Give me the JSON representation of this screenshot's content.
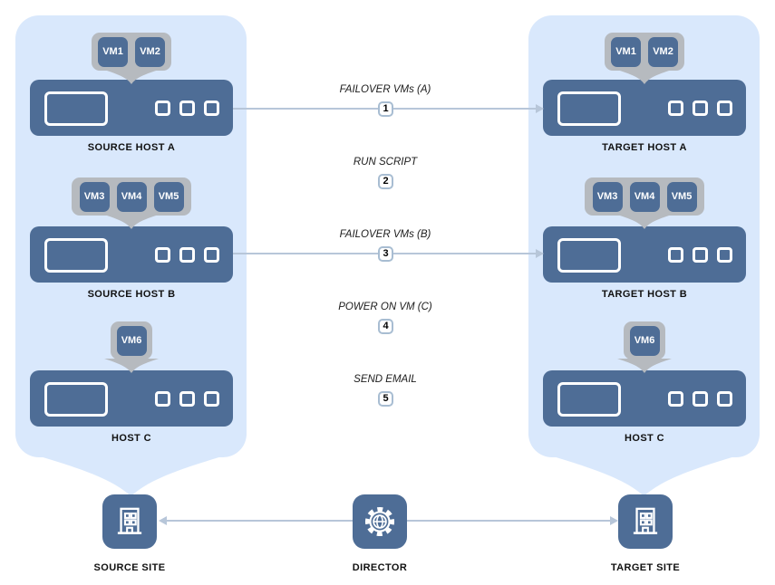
{
  "left_panel": {
    "hosts": [
      {
        "label": "SOURCE HOST A",
        "vms": [
          "VM1",
          "VM2"
        ]
      },
      {
        "label": "SOURCE HOST B",
        "vms": [
          "VM3",
          "VM4",
          "VM5"
        ]
      },
      {
        "label": "HOST C",
        "vms": [
          "VM6"
        ]
      }
    ]
  },
  "right_panel": {
    "hosts": [
      {
        "label": "TARGET HOST A",
        "vms": [
          "VM1",
          "VM2"
        ]
      },
      {
        "label": "TARGET HOST B",
        "vms": [
          "VM3",
          "VM4",
          "VM5"
        ]
      },
      {
        "label": "HOST C",
        "vms": [
          "VM6"
        ]
      }
    ]
  },
  "steps": [
    {
      "num": "1",
      "label": "FAILOVER VMs (A)",
      "has_arrow": true
    },
    {
      "num": "2",
      "label": "RUN SCRIPT",
      "has_arrow": false
    },
    {
      "num": "3",
      "label": "FAILOVER VMs (B)",
      "has_arrow": true
    },
    {
      "num": "4",
      "label": "POWER ON VM (C)",
      "has_arrow": false
    },
    {
      "num": "5",
      "label": "SEND EMAIL",
      "has_arrow": false
    }
  ],
  "sites": {
    "source": {
      "label": "SOURCE SITE",
      "icon": "building-icon"
    },
    "director": {
      "label": "DIRECTOR",
      "icon": "gear-globe-icon"
    },
    "target": {
      "label": "TARGET SITE",
      "icon": "building-icon"
    }
  },
  "connections": [
    {
      "from": "SOURCE HOST A",
      "to": "TARGET HOST A",
      "step": "1"
    },
    {
      "from": "SOURCE HOST B",
      "to": "TARGET HOST B",
      "step": "3"
    },
    {
      "from": "DIRECTOR",
      "to": "SOURCE SITE"
    },
    {
      "from": "DIRECTOR",
      "to": "TARGET SITE"
    }
  ],
  "colors": {
    "panel_blue": "#d9e8fc",
    "host_blue": "#4e6d96",
    "callout_gray": "#b6babf",
    "line_blue": "#b7c6d9",
    "badge_border": "#a8bdd2",
    "text": "#111111",
    "white": "#ffffff"
  }
}
